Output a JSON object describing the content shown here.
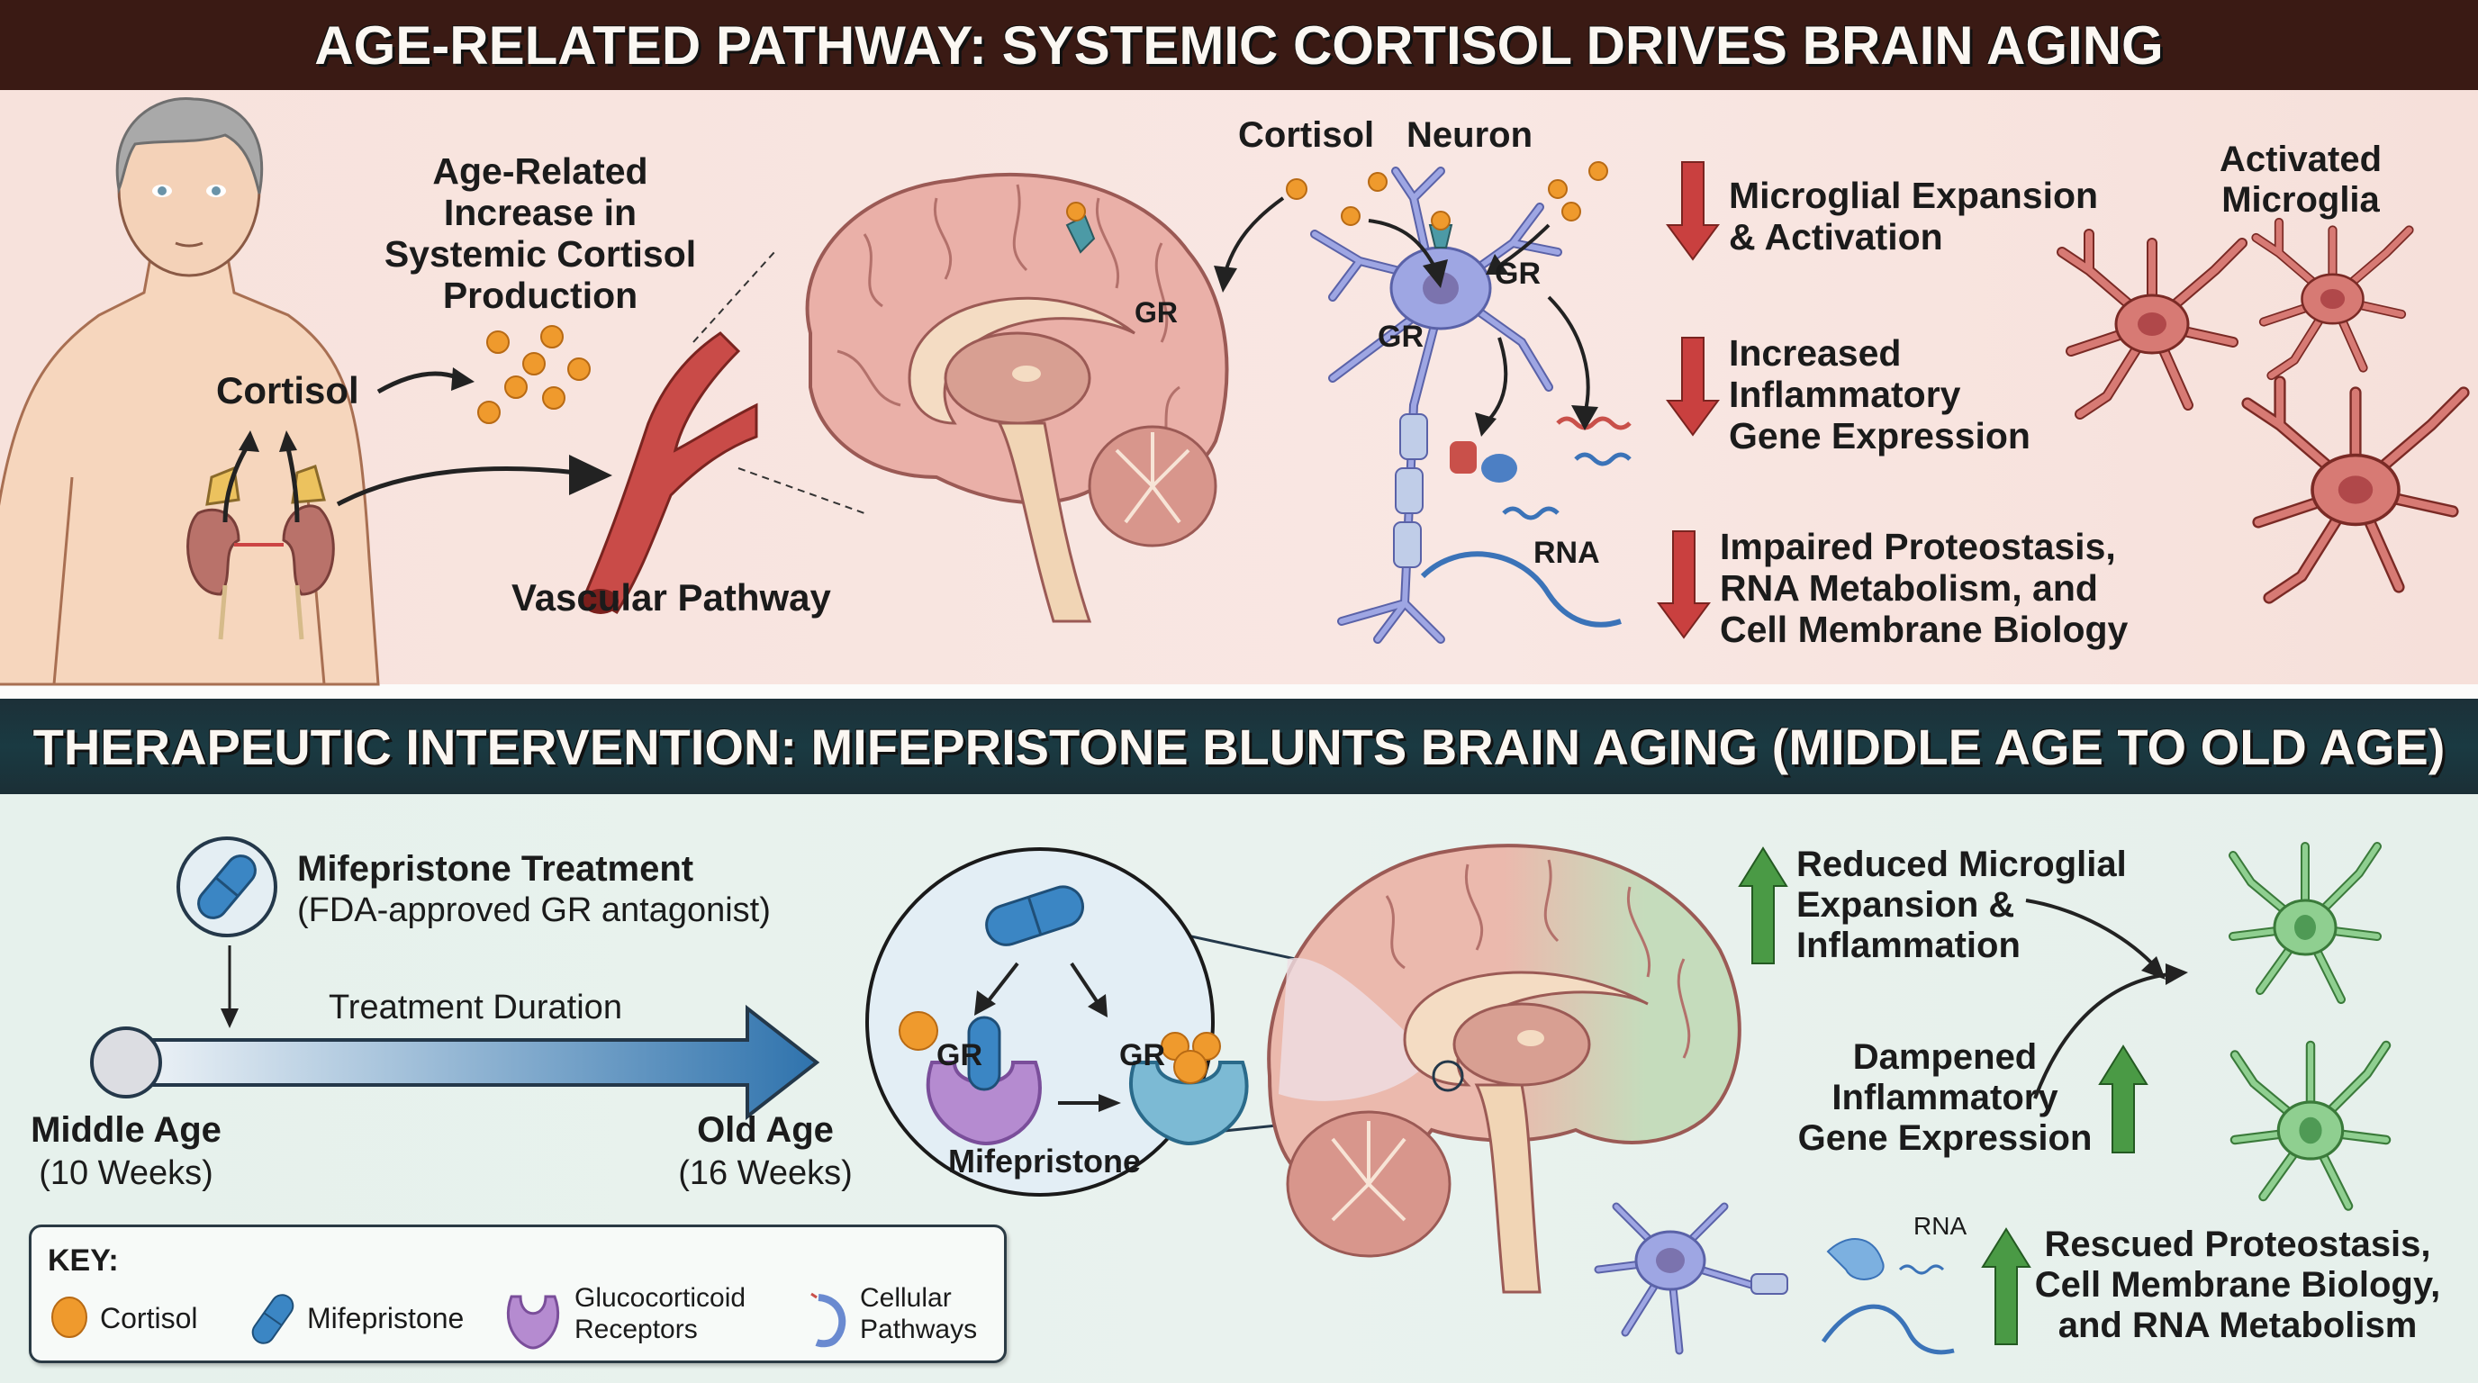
{
  "top_banner": {
    "title": "AGE-RELATED PATHWAY: SYSTEMIC CORTISOL DRIVES BRAIN AGING"
  },
  "top_panel": {
    "cortisol_production_label": [
      "Age-Related",
      "Increase in",
      "Systemic Cortisol",
      "Production"
    ],
    "body_cortisol_label": "Cortisol",
    "vascular_label": "Vascular Pathway",
    "brain_gr_label": "GR",
    "cortisol_label": "Cortisol",
    "neuron_label": "Neuron",
    "neuron_gr_right": "GR",
    "neuron_gr_left": "GR",
    "rna_label": "RNA",
    "effects": [
      {
        "lines": [
          "Microglial Expansion",
          "& Activation"
        ],
        "direction": "down"
      },
      {
        "lines": [
          "Increased",
          "Inflammatory",
          "Gene Expression"
        ],
        "direction": "down"
      },
      {
        "lines": [
          "Impaired Proteostasis,",
          "RNA Metabolism, and",
          "Cell Membrane Biology"
        ],
        "direction": "down"
      }
    ],
    "microglia_label": [
      "Activated",
      "Microglia"
    ]
  },
  "bottom_banner": {
    "title": "THERAPEUTIC INTERVENTION: MIFEPRISTONE BLUNTS BRAIN AGING (MIDDLE AGE TO OLD AGE)"
  },
  "bottom_panel": {
    "treatment_title": "Mifepristone Treatment",
    "treatment_subtitle": "(FDA-approved GR antagonist)",
    "duration_label": "Treatment Duration",
    "start": {
      "label": "Middle Age",
      "sub": "(10 Weeks)"
    },
    "end": {
      "label": "Old Age",
      "sub": "(16 Weeks)"
    },
    "inset_gr_left": "GR",
    "inset_gr_right": "GR",
    "inset_label": "Mifepristone",
    "effects": [
      {
        "lines": [
          "Reduced Microglial",
          "Expansion &",
          "Inflammation"
        ],
        "direction": "up"
      },
      {
        "lines": [
          "Dampened",
          "Inflammatory",
          "Gene Expression"
        ],
        "direction": "up"
      },
      {
        "lines": [
          "Rescued Proteostasis,",
          "Cell Membrane Biology,",
          "and RNA Metabolism"
        ],
        "direction": "up"
      }
    ],
    "rna_label": "RNA"
  },
  "key": {
    "title": "KEY:",
    "items": [
      {
        "icon": "cortisol-icon",
        "label": [
          "Cortisol"
        ]
      },
      {
        "icon": "mifepristone-pill-icon",
        "label": [
          "Mifepristone"
        ]
      },
      {
        "icon": "glucocorticoid-receptor-icon",
        "label": [
          "Glucocorticoid",
          "Receptors"
        ]
      },
      {
        "icon": "cellular-pathway-icon",
        "label": [
          "Cellular",
          "Pathways"
        ]
      }
    ]
  },
  "colors": {
    "top_banner_bg": "#3a1a14",
    "bottom_banner_bg": "#1a3a42",
    "down_arrow": "#c9403f",
    "up_arrow": "#4a9a45",
    "cortisol": "#ef9a2d",
    "pill": "#3b86c4",
    "receptor": "#b58bd0",
    "microglia_activated": "#d77a74",
    "microglia_resting": "#8fcf90",
    "neuron": "#9ea6e3"
  }
}
